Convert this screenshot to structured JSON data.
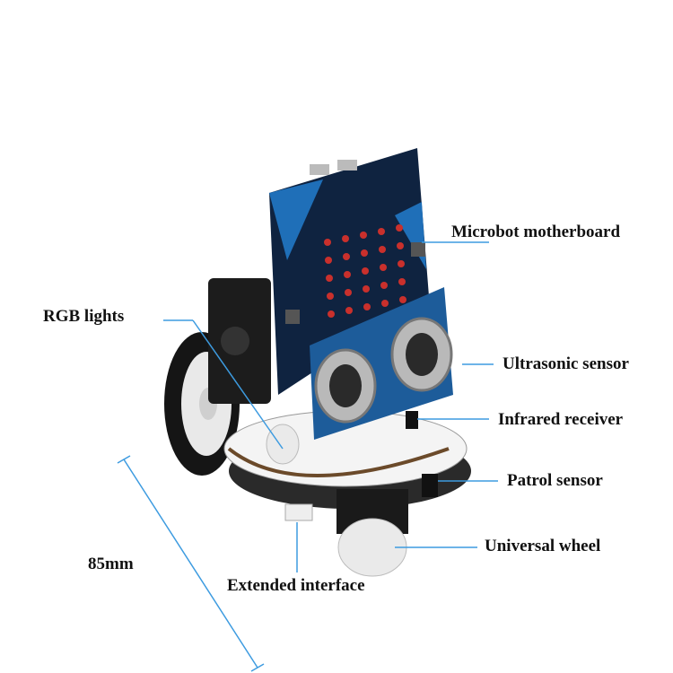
{
  "labels": {
    "motherboard": "Microbot motherboard",
    "rgb": "RGB lights",
    "ultrasonic": "Ultrasonic sensor",
    "infrared": "Infrared receiver",
    "patrol": "Patrol sensor",
    "wheel": "Universal wheel",
    "interface": "Extended interface",
    "dimension": "85mm"
  },
  "colors": {
    "leader": "#3d9be0",
    "board": "#0f2340",
    "board_accent": "#1f6fb8",
    "chassis": "#f4f4f4"
  }
}
